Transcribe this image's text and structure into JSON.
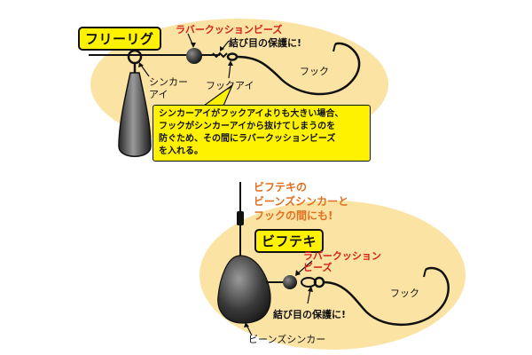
{
  "free_rig": {
    "title": "フリーリグ",
    "labels": {
      "rubber_beads": "ラバークッションビーズ",
      "knot_protect": "結び目の保護に!",
      "hook": "フック",
      "sinker_eye_line1": "シンカー",
      "sinker_eye_line2": "アイ",
      "hook_eye": "フックアイ"
    },
    "note_lines": [
      "シンカーアイがフックアイよりも大きい場合、",
      "フックがシンカーアイから抜けてしまうのを",
      "防ぐため、その間にラバークッションビーズ",
      "を入れる。"
    ]
  },
  "bifuteki": {
    "headline_lines": [
      "ビフテキの",
      "ビーンズシンカーと",
      "フックの間にも!"
    ],
    "title": "ビフテキ",
    "labels": {
      "rubber_beads_line1": "ラバークッション",
      "rubber_beads_line2": "ビーズ",
      "hook": "フック",
      "knot_protect": "結び目の保護に!",
      "beans_sinker": "ビーンズシンカー"
    }
  },
  "colors": {
    "blob": "#fbe3a4",
    "tag_yellow": "#fff200",
    "accent_red": "#d4201a",
    "accent_orange": "#e0701f"
  }
}
